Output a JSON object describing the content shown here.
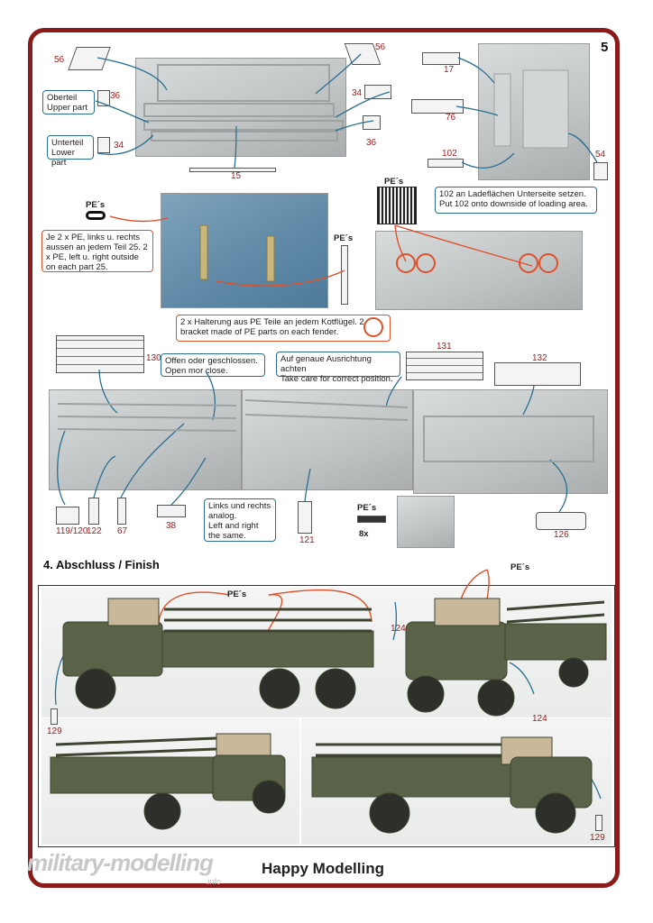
{
  "page": {
    "number": "5"
  },
  "step1": {
    "part_numbers": {
      "n56a": "56",
      "n56b": "56",
      "n36a": "36",
      "n34a": "34",
      "n34b": "34",
      "n36b": "36",
      "n15": "15"
    },
    "upper_label": "Oberteil\nUpper part",
    "lower_label": "Unterteil\nLower part"
  },
  "step2": {
    "part_numbers": {
      "n17": "17",
      "n76": "76",
      "n102": "102",
      "n54": "54"
    },
    "note": "102 an Ladeflächen Unterseite setzen.\nPut 102 onto downside of loading area."
  },
  "step3": {
    "pe_labels": [
      "PE´s",
      "PE´s",
      "PE´s"
    ],
    "note_pe": "Je 2 x PE, links u. rechts aussen an jedem Teil 25.\n2 x PE, left u. right outside on each part 25.",
    "note_bracket": "2 x Halterung aus PE Teile an jedem Kotflügel.\n2 x bracket made of PE parts on each fender."
  },
  "step4": {
    "part_numbers": {
      "n130": "130",
      "n131": "131",
      "n132": "132",
      "n119": "119/120",
      "n122": "122",
      "n67": "67",
      "n38": "38",
      "n121": "121",
      "n126": "126",
      "n8x": "8x"
    },
    "note_open": "Offen oder geschlossen.\nOpen mor close.",
    "note_align": "Auf genaue Ausrichtung achten\nTake care for correct position.",
    "note_same": "Links und rechts\nanalog.\nLeft and right\nthe same.",
    "pe_label": "PE´s"
  },
  "finish": {
    "title": "4. Abschluss / Finish",
    "pe_labels": [
      "PE´s",
      "PE´s"
    ],
    "part_numbers": {
      "a": "124",
      "b": "124",
      "c": "129",
      "d": "129"
    }
  },
  "footer": {
    "brand": "Happy Modelling",
    "watermark": "military-modelling",
    "watermark_sub": ".info"
  },
  "colors": {
    "frame": "#8b1a1a",
    "accent_line": "#2a6f92",
    "pe_line": "#e0502b",
    "part_number": "#9b1c1c",
    "truck_green": "#5a6347"
  }
}
